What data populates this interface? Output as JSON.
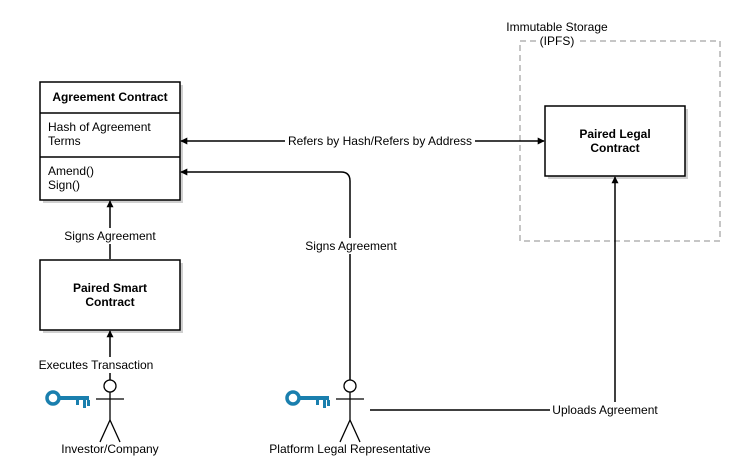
{
  "colors": {
    "stroke": "#000000",
    "shadow": "#d0d0d0",
    "storage_border": "#b3b3b3",
    "key": "#1a7fae"
  },
  "storage": {
    "title_line1": "Immutable Storage",
    "title_line2": "(IPFS)"
  },
  "agreement_contract": {
    "title": "Agreement Contract",
    "attr_line1": "Hash of Agreement",
    "attr_line2": "Terms",
    "method1": "Amend()",
    "method2": "Sign()"
  },
  "paired_legal": {
    "line1": "Paired Legal",
    "line2": "Contract"
  },
  "paired_smart": {
    "line1": "Paired Smart",
    "line2": "Contract"
  },
  "edges": {
    "refers": "Refers by Hash/Refers by Address",
    "signs_left": "Signs Agreement",
    "signs_right": "Signs Agreement",
    "executes": "Executes Transaction",
    "uploads": "Uploads Agreement"
  },
  "actors": {
    "investor": "Investor/Company",
    "representative": "Platform Legal Representative"
  },
  "icons": {
    "investor_key": "key-icon",
    "representative_key": "key-icon"
  }
}
